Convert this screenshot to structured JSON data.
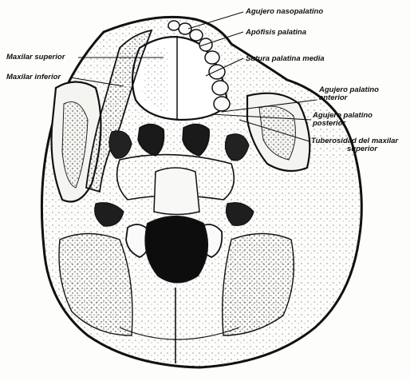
{
  "figure": {
    "labels": {
      "agujero_nasopalatino": "Agujero nasopalatino",
      "apofisis_palatina": "Apófisis palatina",
      "maxilar_superior": "Maxilar superior",
      "sutura_palatina_media": "Sutura palatina media",
      "maxilar_inferior": "Maxilar inferior",
      "agujero_palatino_anterior_l1": "Agujero palatino",
      "agujero_palatino_anterior_l2": "anterior",
      "agujero_palatino_posterior_l1": "Agujero palatino",
      "agujero_palatino_posterior_l2": "posterior",
      "tuberosidad_l1": "Tuberosidad del maxilar",
      "tuberosidad_l2": "superior"
    },
    "colors": {
      "ink": "#111111",
      "paper": "#fdfdfb",
      "bone_shade": "#4a4a4a"
    }
  }
}
